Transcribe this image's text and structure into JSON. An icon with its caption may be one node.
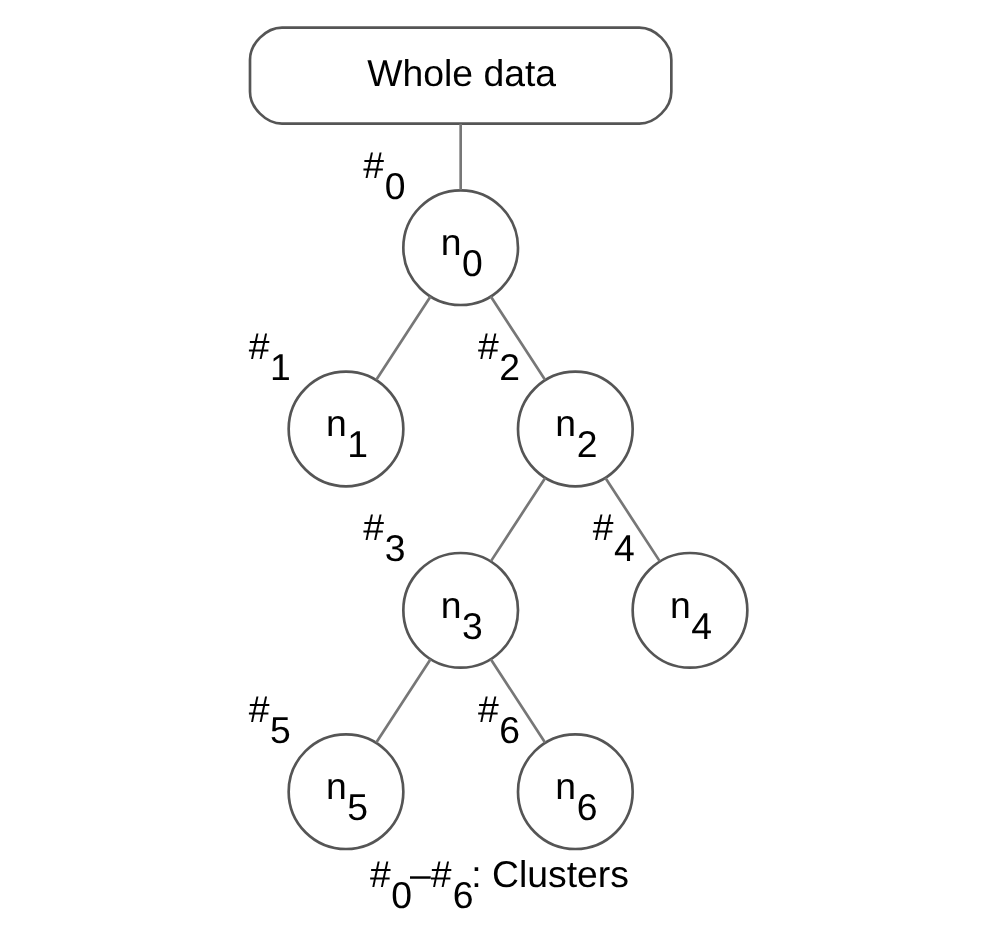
{
  "diagram": {
    "caption": "#$_{0}$–#$_{6}$: Clusters",
    "nodes": [
      {
        "text": [
          "Whole data"
        ]
      },
      {
        "text": [
          "n$_{0}$"
        ],
        "beside": [
          "#$_{0}$"
        ]
      },
      {
        "text": [
          "n$_{1}$"
        ],
        "beside": [
          "#$_{1}$"
        ]
      },
      {
        "text": [
          "n$_{2}$"
        ],
        "beside": [
          "#$_{2}$"
        ]
      },
      {
        "text": [
          "n$_{3}$"
        ],
        "beside": [
          "#$_{3}$"
        ]
      },
      {
        "text": [
          "n$_{4}$"
        ],
        "beside": [
          "#$_{4}$"
        ]
      },
      {
        "text": [
          "n$_{5}$"
        ],
        "beside": [
          "#$_{5}$"
        ]
      },
      {
        "text": [
          "n$_{6}$"
        ],
        "beside": [
          "#$_{6}$"
        ]
      }
    ],
    "edges": [
      {
        "from": 0,
        "to": 1,
        "arrow": "none"
      },
      {
        "from": 1,
        "to": 2,
        "arrow": "none"
      },
      {
        "from": 1,
        "to": 3,
        "arrow": "none"
      },
      {
        "from": 3,
        "to": 4,
        "arrow": "none"
      },
      {
        "from": 3,
        "to": 5,
        "arrow": "none"
      },
      {
        "from": 4,
        "to": 6,
        "arrow": "none"
      },
      {
        "from": 4,
        "to": 7,
        "arrow": "none"
      }
    ]
  }
}
